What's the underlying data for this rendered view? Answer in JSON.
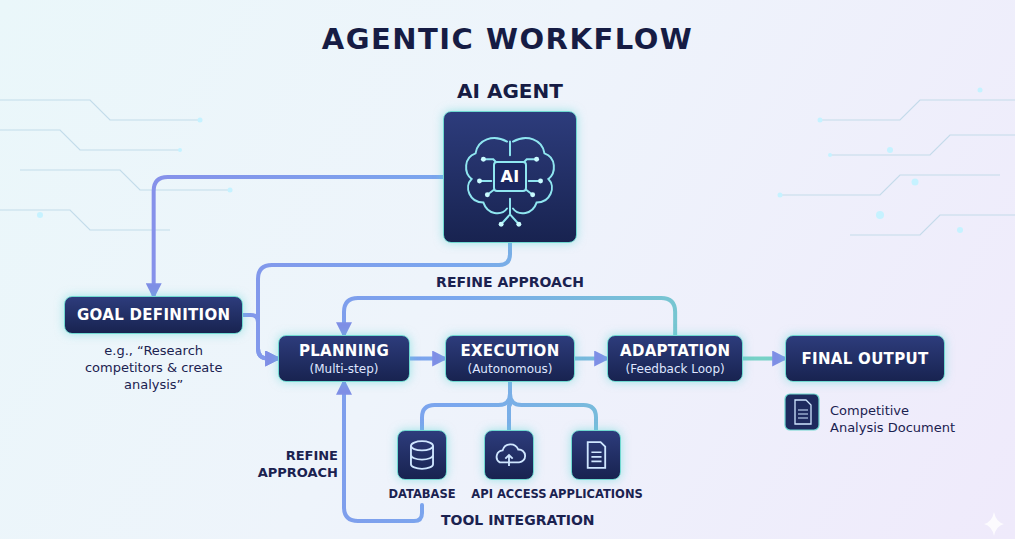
{
  "diagram": {
    "title": "AGENTIC WORKFLOW",
    "nodes": [
      {
        "text": [
          "AI AGENT",
          "AI"
        ]
      },
      {
        "text": [
          "GOAL DEFINITION",
          "e.g., “Research competitors & create analysis”"
        ]
      },
      {
        "text": [
          "PLANNING",
          "(Multi-step)"
        ]
      },
      {
        "text": [
          "EXECUTION",
          "(Autonomous)"
        ]
      },
      {
        "text": [
          "ADAPTATION",
          "(Feedback Loop)"
        ]
      },
      {
        "text": [
          "FINAL OUTPUT"
        ]
      },
      {
        "text": [
          "DATABASE"
        ]
      },
      {
        "text": [
          "API ACCESS"
        ]
      },
      {
        "text": [
          "APPLICATIONS"
        ]
      }
    ],
    "edges": [
      {
        "from": 0,
        "to": 1,
        "arrow": "to"
      },
      {
        "from": 0,
        "to": 2,
        "arrow": "to"
      },
      {
        "from": 1,
        "to": 2,
        "arrow": "to"
      },
      {
        "from": 2,
        "to": 3,
        "arrow": "to"
      },
      {
        "from": 3,
        "to": 4,
        "arrow": "to"
      },
      {
        "from": 4,
        "to": 5,
        "arrow": "to"
      },
      {
        "from": 4,
        "to": 2,
        "label": "REFINE APPROACH",
        "arrow": "to"
      },
      {
        "from": 3,
        "to": 6,
        "arrow": "none"
      },
      {
        "from": 3,
        "to": 7,
        "arrow": "none"
      },
      {
        "from": 3,
        "to": 8,
        "arrow": "none"
      },
      {
        "from": 6,
        "to": 2,
        "label": "REFINE APPROACH",
        "arrow": "to"
      }
    ],
    "labels": [
      "Competitive Analysis Document",
      "TOOL INTEGRATION"
    ]
  }
}
